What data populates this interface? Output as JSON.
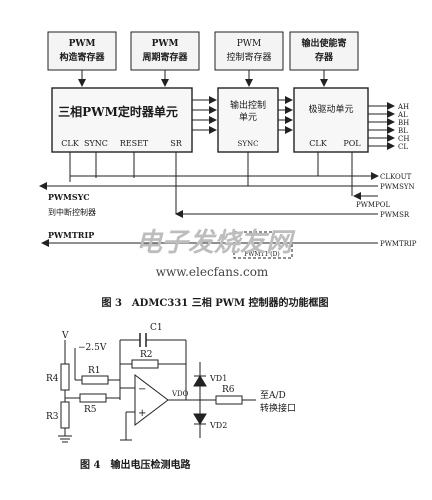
{
  "fig3": {
    "top_boxes": [
      {
        "line1": "PWM",
        "line2": "构造寄存器"
      },
      {
        "line1": "PWM",
        "line2": "周期寄存器"
      },
      {
        "line1": "PWM",
        "line2": "控制寄存器"
      },
      {
        "line1": "输出使能寄",
        "line2": "存器"
      }
    ],
    "main_unit": "三相PWM定时器单元",
    "main_pins": [
      "CLK",
      "SYNC",
      "RESET",
      "SR"
    ],
    "output_ctrl": {
      "line1": "输出控制",
      "line2": "单元",
      "pin": "SYNC"
    },
    "driver": {
      "label": "极驱动单元",
      "pins": [
        "CLK",
        "POL"
      ]
    },
    "outputs": [
      "AH",
      "AL",
      "BH",
      "BL",
      "CH",
      "CL"
    ],
    "signals": [
      "CLKOUT",
      "PWMSYN",
      "PWMPOL",
      "PWMSR",
      "PWMTRIP"
    ],
    "left_labels": {
      "pwmsyc": "PWMSYC",
      "to_int": "到中断控制器",
      "pwmtrip": "PWMTRIP"
    },
    "extra_label": "PWMT1 (D)",
    "watermark_cn": "电子发烧友网",
    "watermark_url": "www.elecfans.com",
    "caption": "图 3　ADMC331 三相 PWM 控制器的功能框图"
  },
  "fig4": {
    "labels": {
      "v": "V",
      "minus25": "−2.5V",
      "c1": "C1",
      "r1": "R1",
      "r2": "R2",
      "r3": "R3",
      "r4": "R4",
      "r5": "R5",
      "r6": "R6",
      "vd1": "VD1",
      "vd2": "VD2",
      "vdo": "VDO",
      "minus": "−",
      "plus": "+",
      "to_ad1": "至A/D",
      "to_ad2": "转换接口"
    },
    "caption": "图 4　输出电压检测电路"
  }
}
